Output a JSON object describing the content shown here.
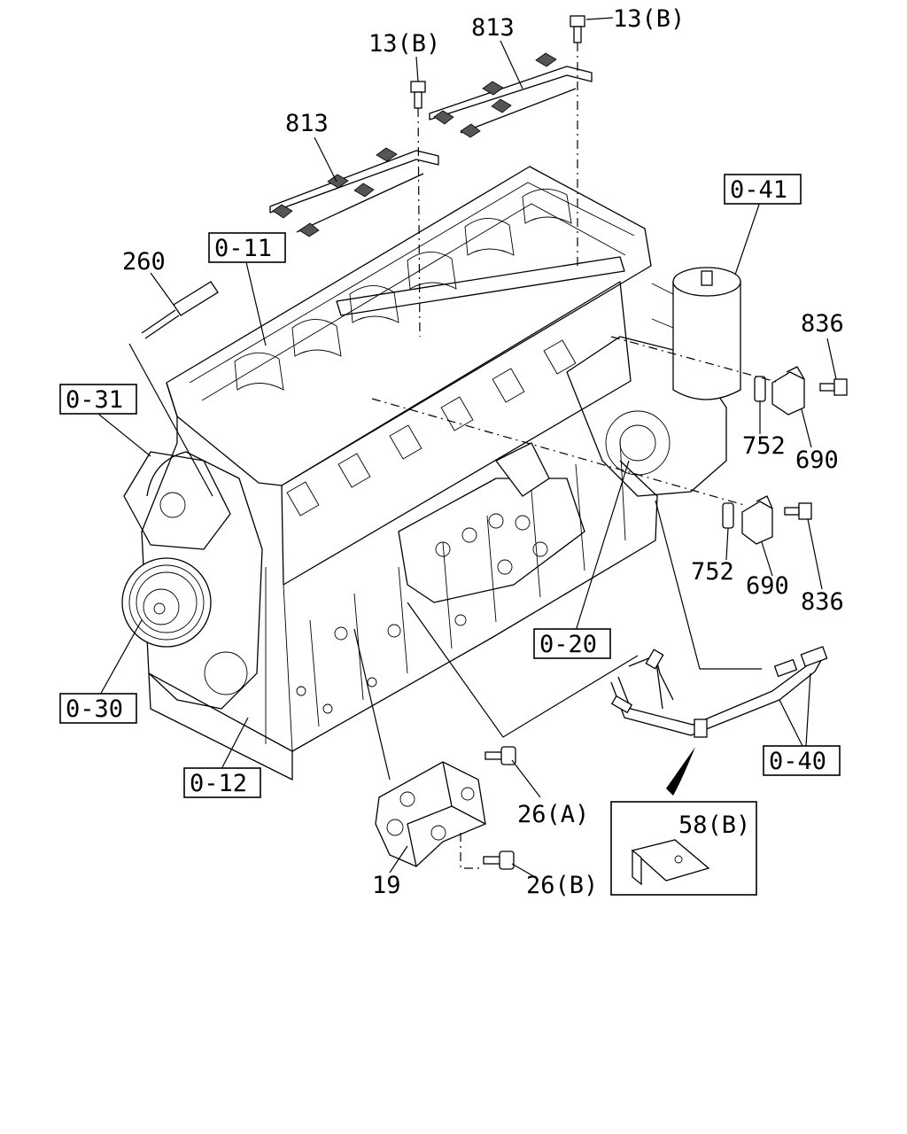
{
  "callouts": {
    "bolt_13b_top": "13(B)",
    "bolt_13b_left": "13(B)",
    "harness_813_top": "813",
    "harness_813_left": "813",
    "sensor_260": "260",
    "ref_0_11": "0-11",
    "ref_0_41": "0-41",
    "ref_0_31": "0-31",
    "ref_0_30": "0-30",
    "ref_0_12": "0-12",
    "ref_0_20": "0-20",
    "ref_0_40": "0-40",
    "bolt_836_upper": "836",
    "bolt_836_lower": "836",
    "oring_752_upper": "752",
    "oring_752_lower": "752",
    "sensor_690_upper": "690",
    "sensor_690_lower": "690",
    "bracket_19": "19",
    "bolt_26a": "26(A)",
    "bolt_26b": "26(B)",
    "clip_58b": "58(B)"
  }
}
